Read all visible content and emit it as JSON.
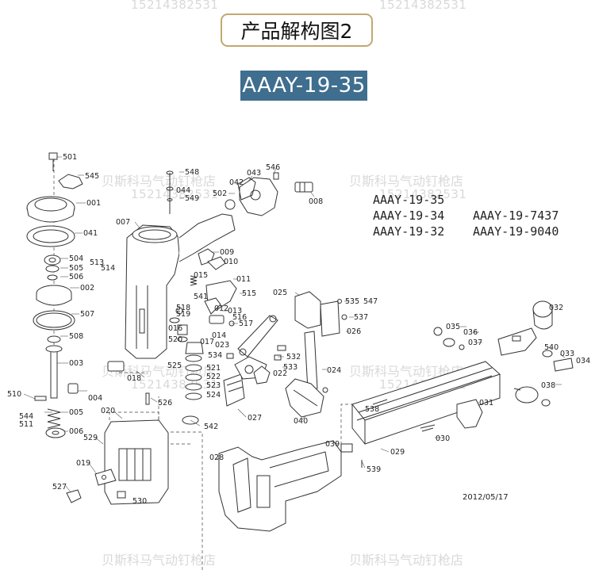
{
  "watermarks": {
    "phone": "15214382531",
    "shop": "贝斯科马气动钉枪店"
  },
  "header": {
    "title": "产品解构图2",
    "model": "AAAY-19-35"
  },
  "models": [
    "AAAY-19-35",
    "AAAY-19-34",
    "AAAY-19-32",
    "AAAY-19-7437",
    "AAAY-19-9040"
  ],
  "date": "2012/05/17",
  "parts": [
    "501",
    "545",
    "001",
    "041",
    "504",
    "505",
    "506",
    "002",
    "507",
    "508",
    "003",
    "004",
    "510",
    "544",
    "511",
    "005",
    "006",
    "513",
    "514",
    "007",
    "548",
    "044",
    "549",
    "502",
    "042",
    "043",
    "546",
    "008",
    "015",
    "009",
    "010",
    "011",
    "515",
    "541",
    "518",
    "519",
    "012",
    "013",
    "516",
    "517",
    "016",
    "520",
    "014",
    "017",
    "023",
    "534",
    "521",
    "522",
    "523",
    "524",
    "525",
    "018",
    "526",
    "027",
    "542",
    "025",
    "535",
    "547",
    "537",
    "026",
    "022",
    "532",
    "533",
    "024",
    "040",
    "032",
    "035",
    "036",
    "037",
    "540",
    "033",
    "034",
    "038",
    "031",
    "538",
    "030",
    "039",
    "029",
    "539",
    "020",
    "529",
    "019",
    "527",
    "530",
    "028"
  ],
  "colors": {
    "title_border": "#c2a86f",
    "banner_bg": "#3f6e8f",
    "banner_text": "#ffffff",
    "watermark": "#d9d9d9"
  }
}
